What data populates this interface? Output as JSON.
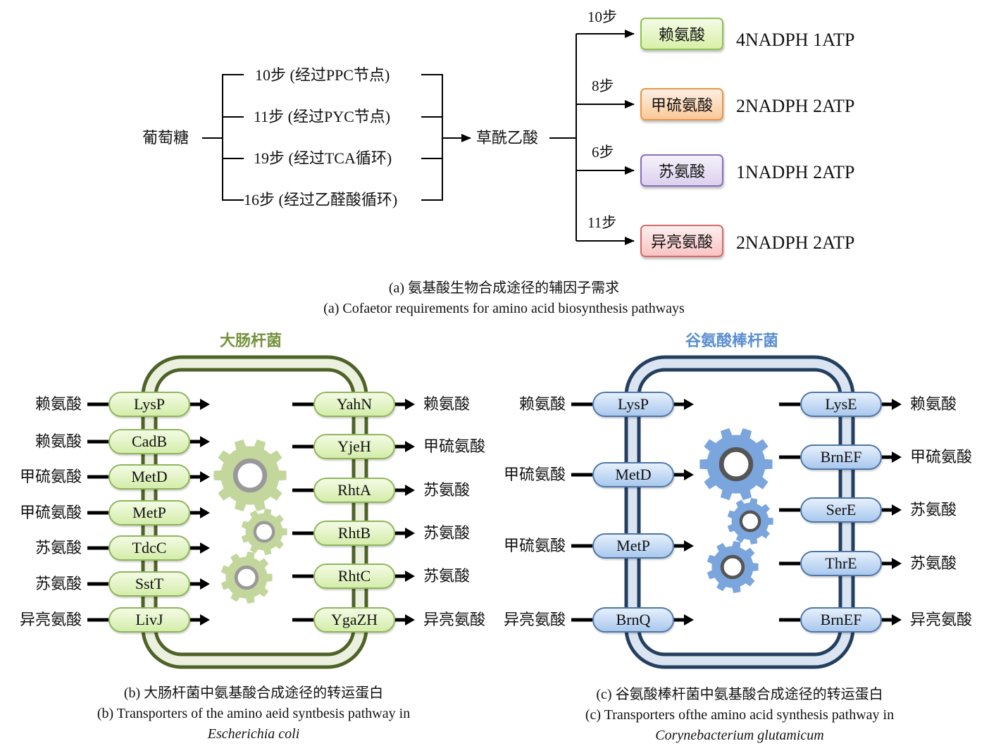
{
  "panel_a": {
    "source": "葡萄糖",
    "routes": [
      "10步 (经过PPC节点)",
      "11步 (经过PYC节点)",
      "19步 (经过TCA循环)",
      "16步 (经过乙醛酸循环)"
    ],
    "intermediate": "草酰乙酸",
    "products": [
      {
        "steps": "10步",
        "name": "赖氨酸",
        "cofactors": "4NADPH 1ATP",
        "color": "#d9f0a8",
        "border": "#8fc054"
      },
      {
        "steps": "8步",
        "name": "甲硫氨酸",
        "cofactors": "2NADPH 2ATP",
        "color": "#fbc899",
        "border": "#e69845"
      },
      {
        "steps": "6步",
        "name": "苏氨酸",
        "cofactors": "1NADPH 2ATP",
        "color": "#dcd0ee",
        "border": "#8a6fbb"
      },
      {
        "steps": "11步",
        "name": "异亮氨酸",
        "cofactors": "2NADPH 2ATP",
        "color": "#f9c4c4",
        "border": "#d46a6a"
      }
    ],
    "caption_cn": "(a) 氨基酸生物合成途径的辅因子需求",
    "caption_en": "(a) Cofaetor requirements for amino acid biosynthesis pathways"
  },
  "panel_b": {
    "organism": "大肠杆菌",
    "title_color": "#76923c",
    "membrane_color": "#4f6228",
    "membrane_fill": "#ebf1de",
    "gear_color": "#c3d69b",
    "gear_ring": "#999999",
    "importers": [
      {
        "substrate": "赖氨酸",
        "protein": "LysP"
      },
      {
        "substrate": "赖氨酸",
        "protein": "CadB"
      },
      {
        "substrate": "甲硫氨酸",
        "protein": "MetD"
      },
      {
        "substrate": "甲硫氨酸",
        "protein": "MetP"
      },
      {
        "substrate": "苏氨酸",
        "protein": "TdcC"
      },
      {
        "substrate": "苏氨酸",
        "protein": "SstT"
      },
      {
        "substrate": "异亮氨酸",
        "protein": "LivJ"
      }
    ],
    "exporters": [
      {
        "protein": "YahN",
        "product": "赖氨酸"
      },
      {
        "protein": "YjeH",
        "product": "甲硫氨酸"
      },
      {
        "protein": "RhtA",
        "product": "苏氨酸"
      },
      {
        "protein": "RhtB",
        "product": "苏氨酸"
      },
      {
        "protein": "RhtC",
        "product": "苏氨酸"
      },
      {
        "protein": "YgaZH",
        "product": "异亮氨酸"
      }
    ],
    "caption_cn": "(b) 大肠杆菌中氨基酸合成途径的转运蛋白",
    "caption_en": "(b) Transporters of the amino aeid syntbesis pathway in",
    "caption_species": "Escherichia coli"
  },
  "panel_c": {
    "organism": "谷氨酸棒杆菌",
    "title_color": "#5b8fd0",
    "membrane_color": "#243f60",
    "membrane_fill": "#dbe5f1",
    "gear_color": "#7aa6dd",
    "gear_ring": "#555555",
    "importers": [
      {
        "substrate": "赖氨酸",
        "protein": "LysP"
      },
      {
        "substrate": "甲硫氨酸",
        "protein": "MetD"
      },
      {
        "substrate": "甲硫氨酸",
        "protein": "MetP"
      },
      {
        "substrate": "异亮氨酸",
        "protein": "BrnQ"
      }
    ],
    "exporters": [
      {
        "protein": "LysE",
        "product": "赖氨酸"
      },
      {
        "protein": "BrnEF",
        "product": "甲硫氨酸"
      },
      {
        "protein": "SerE",
        "product": "苏氨酸"
      },
      {
        "protein": "ThrE",
        "product": "苏氨酸"
      },
      {
        "protein": "BrnEF",
        "product": "异亮氨酸"
      }
    ],
    "caption_cn": "(c) 谷氨酸棒杆菌中氨基酸合成途径的转运蛋白",
    "caption_en": "(c) Transporters ofthe amino acid synthesis pathway in",
    "caption_species": "Corynebacterium glutamicum"
  }
}
